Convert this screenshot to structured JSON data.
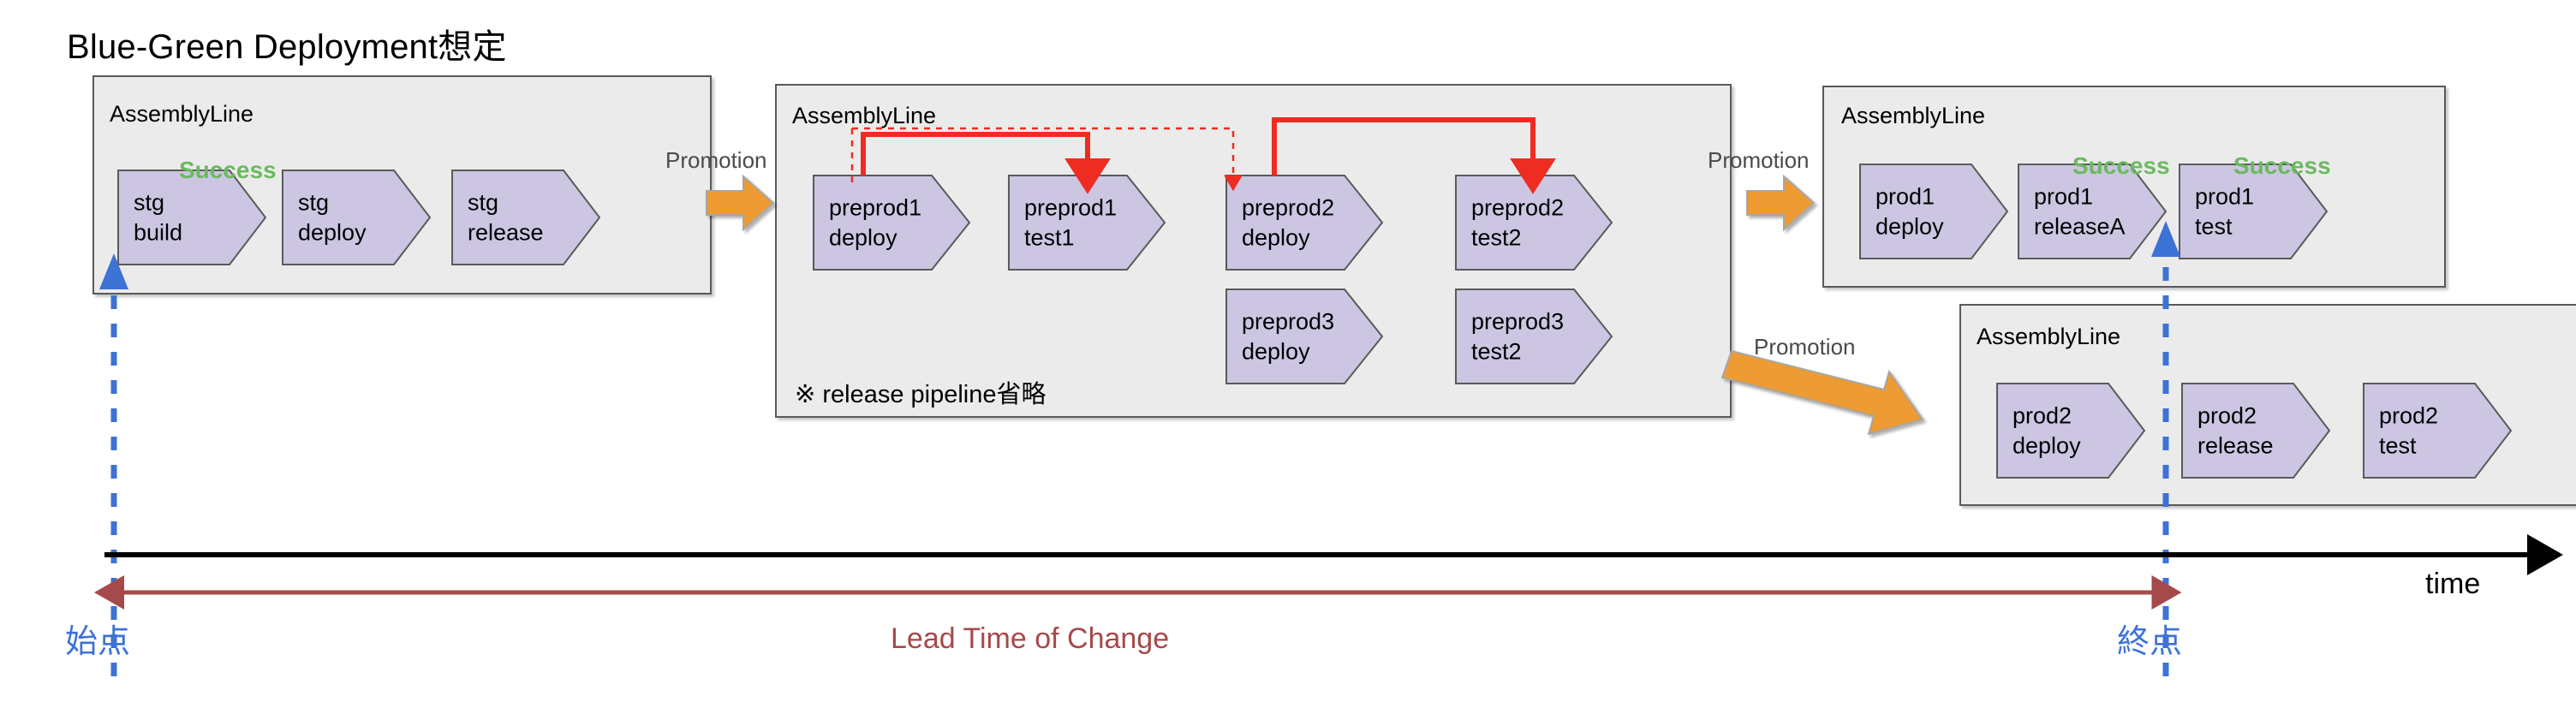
{
  "title": "Blue-Green Deployment想定",
  "colors": {
    "stage_fill": "#ccc6e2",
    "stage_stroke": "#5a5a5a",
    "container_fill": "#ebebeb",
    "container_stroke": "#5a5a5a",
    "success_green": "#6aba5e",
    "promotion_orange": "#ed9b33",
    "blue_marker": "#3d72d6",
    "lead_time_red": "#a6494a",
    "trigger_red": "#ef2c21"
  },
  "stage_groups": [
    {
      "id": "stg",
      "label": "AssemblyLine",
      "stages": [
        {
          "line1": "stg",
          "line2": "build",
          "status": "Success"
        },
        {
          "line1": "stg",
          "line2": "deploy",
          "status": ""
        },
        {
          "line1": "stg",
          "line2": "release",
          "status": ""
        }
      ]
    },
    {
      "id": "preprod",
      "label": "AssemblyLine",
      "note": "※ release pipeline省略",
      "stages": [
        {
          "line1": "preprod1",
          "line2": "deploy",
          "status": ""
        },
        {
          "line1": "preprod1",
          "line2": "test1",
          "status": ""
        },
        {
          "line1": "preprod2",
          "line2": "deploy",
          "status": ""
        },
        {
          "line1": "preprod2",
          "line2": "test2",
          "status": ""
        },
        {
          "line1": "preprod3",
          "line2": "deploy",
          "status": ""
        },
        {
          "line1": "preprod3",
          "line2": "test2",
          "status": ""
        }
      ]
    },
    {
      "id": "prod1",
      "label": "AssemblyLine",
      "stages": [
        {
          "line1": "prod1",
          "line2": "deploy",
          "status": ""
        },
        {
          "line1": "prod1",
          "line2": "releaseA",
          "status": "Success"
        },
        {
          "line1": "prod1",
          "line2": "test",
          "status": "Success"
        }
      ]
    },
    {
      "id": "prod2",
      "label": "AssemblyLine",
      "stages": [
        {
          "line1": "prod2",
          "line2": "deploy",
          "status": ""
        },
        {
          "line1": "prod2",
          "line2": "release",
          "status": ""
        },
        {
          "line1": "prod2",
          "line2": "test",
          "status": ""
        }
      ]
    }
  ],
  "promotions": [
    {
      "id": "promotion-stg-to-preprod",
      "label": "Promotion"
    },
    {
      "id": "promotion-preprod-to-prod1",
      "label": "Promotion"
    },
    {
      "id": "promotion-prod1-to-prod2",
      "label": "Promotion"
    }
  ],
  "timeline": {
    "axis_label": "time",
    "lead_time_label": "Lead Time of Change",
    "start_marker": "始点",
    "end_marker": "終点"
  }
}
